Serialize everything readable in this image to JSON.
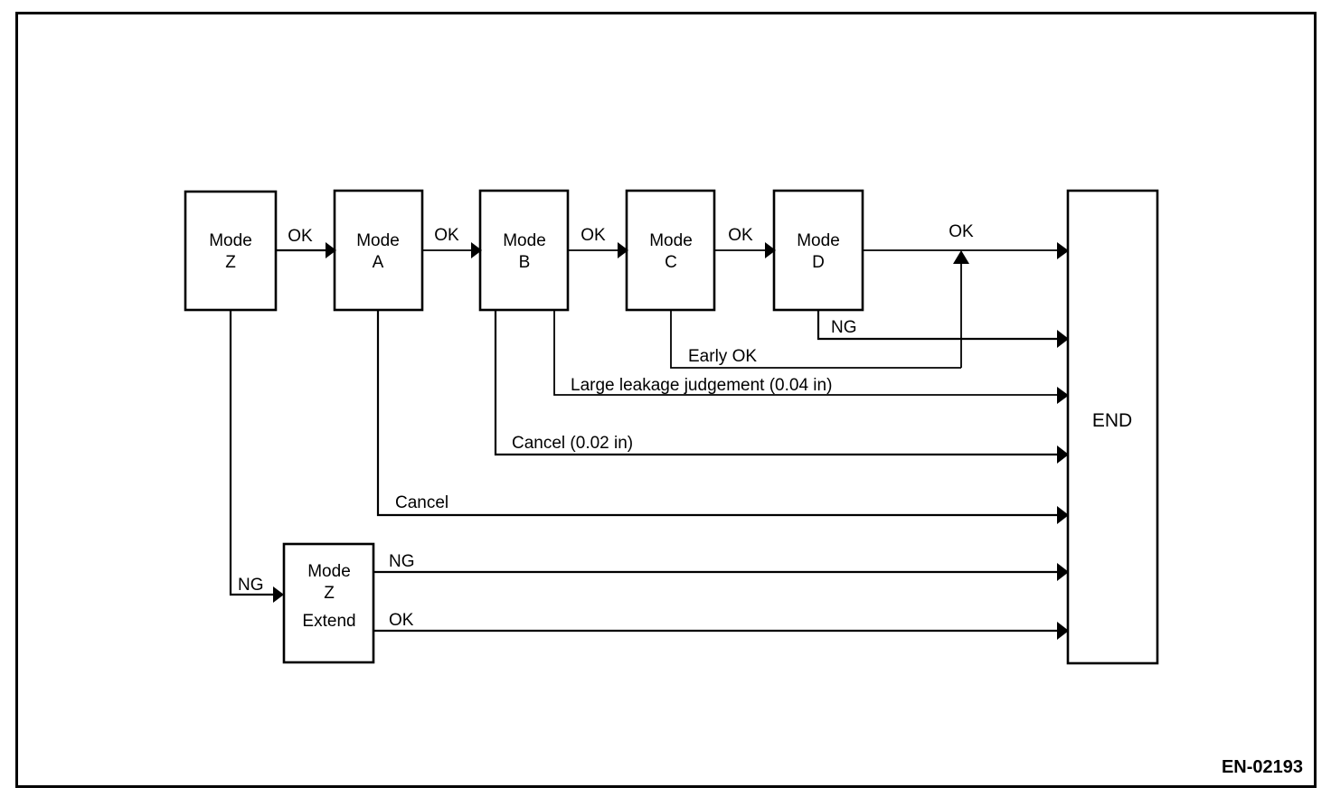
{
  "figure": {
    "code": "EN-02193",
    "end_label": "END"
  },
  "nodes": [
    {
      "id": "mode-z",
      "lines": [
        "Mode",
        "Z"
      ]
    },
    {
      "id": "mode-a",
      "lines": [
        "Mode",
        "A"
      ]
    },
    {
      "id": "mode-b",
      "lines": [
        "Mode",
        "B"
      ]
    },
    {
      "id": "mode-c",
      "lines": [
        "Mode",
        "C"
      ]
    },
    {
      "id": "mode-d",
      "lines": [
        "Mode",
        "D"
      ]
    },
    {
      "id": "mode-z-extend",
      "lines": [
        "Mode",
        "Z",
        "Extend"
      ]
    },
    {
      "id": "end",
      "lines": [
        "END"
      ]
    }
  ],
  "edges": [
    {
      "id": "z-to-a",
      "from": "mode-z",
      "to": "mode-a",
      "label": "OK"
    },
    {
      "id": "a-to-b",
      "from": "mode-a",
      "to": "mode-b",
      "label": "OK"
    },
    {
      "id": "b-to-c",
      "from": "mode-b",
      "to": "mode-c",
      "label": "OK"
    },
    {
      "id": "c-to-d",
      "from": "mode-c",
      "to": "mode-d",
      "label": "OK"
    },
    {
      "id": "d-to-end",
      "from": "mode-d",
      "to": "end",
      "label": "OK"
    },
    {
      "id": "d-ng-to-end",
      "from": "mode-d",
      "to": "end",
      "label": "NG"
    },
    {
      "id": "c-early-ok-to-end",
      "from": "mode-c",
      "to": "end",
      "label": "Early OK"
    },
    {
      "id": "b-large-leak",
      "from": "mode-b",
      "to": "end",
      "label": "Large leakage judgement (0.04 in)"
    },
    {
      "id": "b-cancel",
      "from": "mode-b",
      "to": "end",
      "label": "Cancel (0.02 in)"
    },
    {
      "id": "a-cancel",
      "from": "mode-a",
      "to": "end",
      "label": "Cancel"
    },
    {
      "id": "z-ng-to-extend",
      "from": "mode-z",
      "to": "mode-z-extend",
      "label": "NG"
    },
    {
      "id": "extend-ng-to-end",
      "from": "mode-z-extend",
      "to": "end",
      "label": "NG"
    },
    {
      "id": "extend-ok-to-end",
      "from": "mode-z-extend",
      "to": "end",
      "label": "OK"
    }
  ],
  "labels": {
    "ok_z_a": "OK",
    "ok_a_b": "OK",
    "ok_b_c": "OK",
    "ok_c_d": "OK",
    "ok_d_end": "OK",
    "ng_d_end": "NG",
    "early_ok": "Early OK",
    "large_leakage": "Large leakage judgement (0.04 in)",
    "cancel_002": "Cancel (0.02 in)",
    "cancel": "Cancel",
    "ng_z_extend": "NG",
    "ng_extend_end": "NG",
    "ok_extend_end": "OK"
  },
  "node_text": {
    "mode_z_1": "Mode",
    "mode_z_2": "Z",
    "mode_a_1": "Mode",
    "mode_a_2": "A",
    "mode_b_1": "Mode",
    "mode_b_2": "B",
    "mode_c_1": "Mode",
    "mode_c_2": "C",
    "mode_d_1": "Mode",
    "mode_d_2": "D",
    "mode_ze_1": "Mode",
    "mode_ze_2": "Z",
    "mode_ze_3": "Extend",
    "end": "END"
  },
  "colors": {
    "stroke": "#000000",
    "background": "#ffffff"
  }
}
